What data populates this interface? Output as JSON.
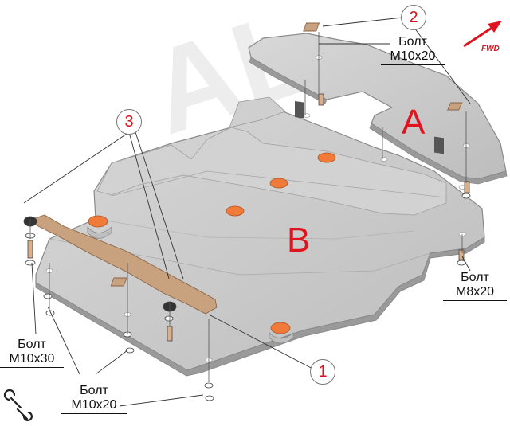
{
  "callouts": {
    "c1": "1",
    "c2": "2",
    "c3": "3"
  },
  "parts": {
    "a": "A",
    "b": "B"
  },
  "direction": "FWD",
  "bolts": {
    "top_right": {
      "word": "Болт",
      "size": "M10x20"
    },
    "right": {
      "word": "Болт",
      "size": "M8x20"
    },
    "left": {
      "word": "Болт",
      "size": "M10x30"
    },
    "bottom": {
      "word": "Болт",
      "size": "M10x20"
    }
  },
  "colors": {
    "plate": "#c9c9c9",
    "plate_edge": "#8a8a8a",
    "bracket": "#c8a17f",
    "plug": "#f07a3a",
    "label_red": "#e0141e",
    "watermark": "#ececec"
  },
  "icons": [
    "wrench-icon",
    "fwd-arrow-icon"
  ]
}
